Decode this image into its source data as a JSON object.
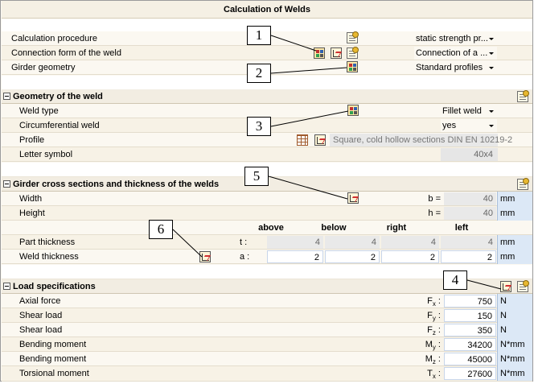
{
  "window": {
    "title": "Calculation of Welds"
  },
  "general": {
    "calc_procedure": {
      "label": "Calculation procedure",
      "value": "static strength pr..."
    },
    "connection_form": {
      "label": "Connection form of the weld",
      "value": "Connection of a ..."
    },
    "girder_geometry": {
      "label": "Girder geometry",
      "value": "Standard profiles"
    }
  },
  "geometry": {
    "section_title": "Geometry of the weld",
    "weld_type": {
      "label": "Weld type",
      "value": "Fillet weld"
    },
    "circumferential": {
      "label": "Circumferential weld",
      "value": "yes"
    },
    "profile": {
      "label": "Profile",
      "value": "Square, cold hollow sections DIN EN 10219-2"
    },
    "letter_symbol": {
      "label": "Letter symbol",
      "value": "40x4"
    }
  },
  "girder": {
    "section_title": "Girder cross sections and thickness of the welds",
    "width": {
      "label": "Width",
      "symbol": "b =",
      "value": "40",
      "unit": "mm"
    },
    "height": {
      "label": "Height",
      "symbol": "h =",
      "value": "40",
      "unit": "mm"
    },
    "columns": [
      "above",
      "below",
      "right",
      "left"
    ],
    "part_thickness": {
      "label": "Part thickness",
      "symbol": "t :",
      "values": [
        "4",
        "4",
        "4",
        "4"
      ],
      "unit": "mm"
    },
    "weld_thickness": {
      "label": "Weld thickness",
      "symbol": "a :",
      "values": [
        "2",
        "2",
        "2",
        "2"
      ],
      "unit": "mm"
    }
  },
  "loads": {
    "section_title": "Load specifications",
    "rows": [
      {
        "label": "Axial force",
        "sym": "F",
        "sub": "x",
        "value": "750",
        "unit": "N"
      },
      {
        "label": "Shear load",
        "sym": "F",
        "sub": "y",
        "value": "150",
        "unit": "N"
      },
      {
        "label": "Shear load",
        "sym": "F",
        "sub": "z",
        "value": "350",
        "unit": "N"
      },
      {
        "label": "Bending moment",
        "sym": "M",
        "sub": "y",
        "value": "34200",
        "unit": "N*mm"
      },
      {
        "label": "Bending moment",
        "sym": "M",
        "sub": "z",
        "value": "45000",
        "unit": "N*mm"
      },
      {
        "label": "Torsional moment",
        "sym": "T",
        "sub": "x",
        "value": "27600",
        "unit": "N*mm"
      }
    ]
  },
  "callouts": [
    "1",
    "2",
    "3",
    "4",
    "5",
    "6"
  ]
}
